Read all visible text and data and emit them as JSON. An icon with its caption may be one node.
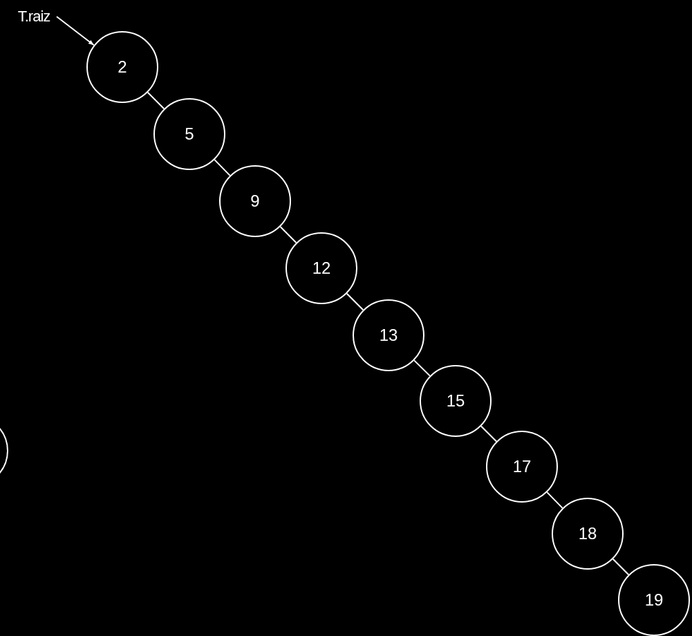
{
  "diagram": {
    "nodes": [
      {
        "text": [
          "T.raiz"
        ]
      },
      {
        "text": [
          "2"
        ]
      },
      {
        "text": [
          "5"
        ]
      },
      {
        "text": [
          "9"
        ]
      },
      {
        "text": [
          "12"
        ]
      },
      {
        "text": [
          "13"
        ]
      },
      {
        "text": [
          "15"
        ]
      },
      {
        "text": [
          "17"
        ]
      },
      {
        "text": [
          "18"
        ]
      },
      {
        "text": [
          "19"
        ]
      },
      {
        "text": [],
        "shape": "circle"
      }
    ],
    "edges": [
      {
        "from": 0,
        "to": 1,
        "arrow": "to"
      },
      {
        "from": 1,
        "to": 2,
        "arrow": "none"
      },
      {
        "from": 2,
        "to": 3,
        "arrow": "none"
      },
      {
        "from": 3,
        "to": 4,
        "arrow": "none"
      },
      {
        "from": 4,
        "to": 5,
        "arrow": "none"
      },
      {
        "from": 5,
        "to": 6,
        "arrow": "none"
      },
      {
        "from": 6,
        "to": 7,
        "arrow": "none"
      },
      {
        "from": 7,
        "to": 8,
        "arrow": "none"
      },
      {
        "from": 8,
        "to": 9,
        "arrow": "none"
      }
    ]
  }
}
